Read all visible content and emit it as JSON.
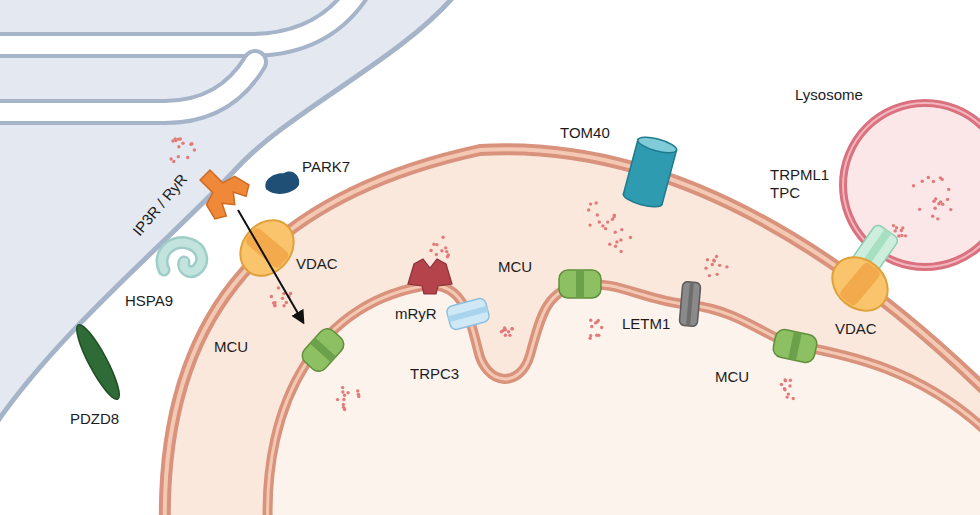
{
  "diagram": {
    "labels": [
      "IP3R / RyR",
      "PARK7",
      "HSPA9",
      "VDAC",
      "MCU",
      "PDZD8",
      "mRyR",
      "TRPC3",
      "TOM40",
      "MCU",
      "LETM1",
      "MCU",
      "Lysosome",
      "TRPML1",
      "TPC",
      "VDAC"
    ]
  }
}
